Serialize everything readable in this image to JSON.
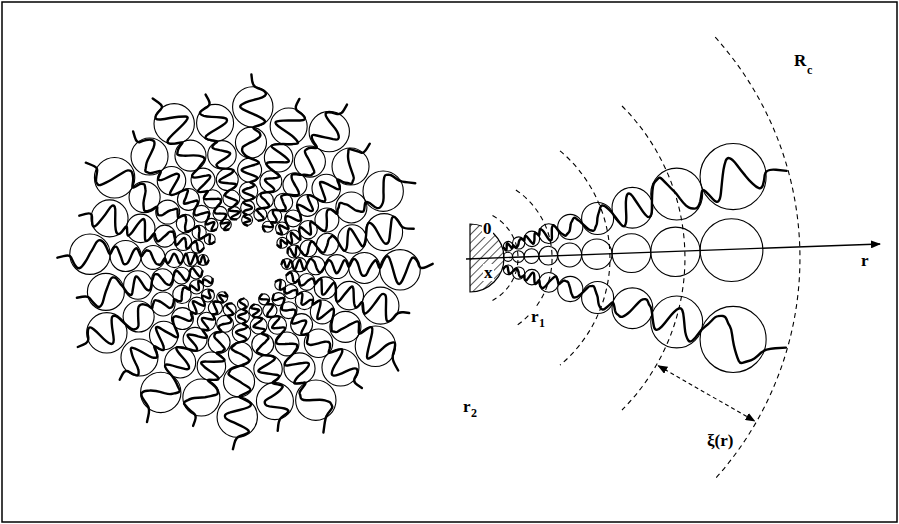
{
  "diagram": {
    "labels": [
      "0",
      "x",
      "R",
      "c",
      "r",
      "r",
      "2",
      "r",
      "1",
      "ξ(r)"
    ]
  }
}
